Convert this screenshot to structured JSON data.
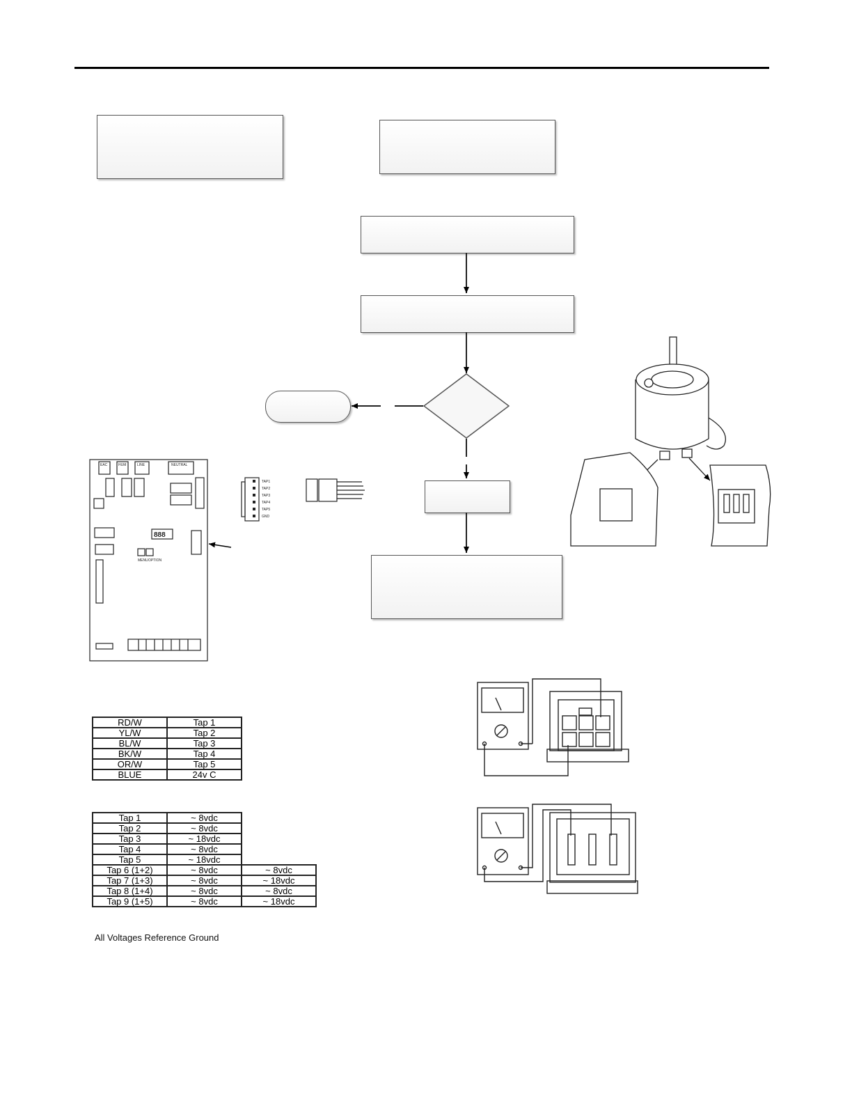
{
  "tap_wire_table": {
    "rows": [
      [
        "RD/W",
        "Tap 1"
      ],
      [
        "YL/W",
        "Tap 2"
      ],
      [
        "BL/W",
        "Tap 3"
      ],
      [
        "BK/W",
        "Tap 4"
      ],
      [
        "OR/W",
        "Tap 5"
      ],
      [
        "BLUE",
        "24v C"
      ]
    ]
  },
  "tap_voltage_table": {
    "rows": [
      [
        "Tap 1",
        "~ 8vdc",
        ""
      ],
      [
        "Tap 2",
        "~ 8vdc",
        ""
      ],
      [
        "Tap 3",
        "~ 18vdc",
        ""
      ],
      [
        "Tap 4",
        "~ 8vdc",
        ""
      ],
      [
        "Tap 5",
        "~ 18vdc",
        ""
      ],
      [
        "Tap 6 (1+2)",
        "~ 8vdc",
        "~ 8vdc"
      ],
      [
        "Tap 7 (1+3)",
        "~ 8vdc",
        "~ 18vdc"
      ],
      [
        "Tap 8 (1+4)",
        "~ 8vdc",
        "~ 8vdc"
      ],
      [
        "Tap 9 (1+5)",
        "~ 8vdc",
        "~ 18vdc"
      ]
    ]
  },
  "note": "All Voltages Reference Ground",
  "board": {
    "eac": "EAC",
    "hum": "HUM",
    "line": "LINE",
    "neutral": "NEUTRAL",
    "menu": "MENU",
    "option": "OPTION",
    "display": "888"
  },
  "connector_pins": [
    "TAP1",
    "TAP2",
    "TAP3",
    "TAP4",
    "TAP5",
    "GND"
  ],
  "colors": {
    "line": "#000000",
    "box_border": "#555555"
  }
}
